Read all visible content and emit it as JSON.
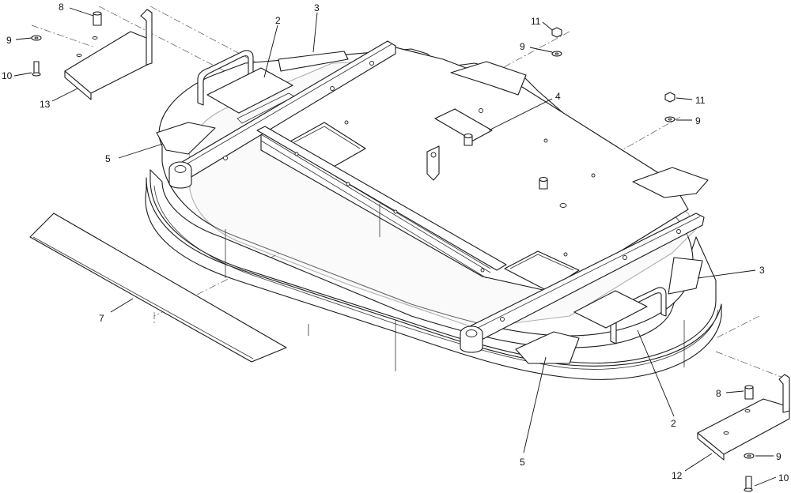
{
  "callouts": {
    "c8_top": "8",
    "c9_top_left": "9",
    "c10_top": "10",
    "c13": "13",
    "c2_top": "2",
    "c3_top": "3",
    "c11_a": "11",
    "c9_a": "9",
    "c4": "4",
    "c11_b": "11",
    "c9_b": "9",
    "c5_left": "5",
    "c3_right": "3",
    "c7": "7",
    "c8_bottom": "8",
    "c2_bottom": "2",
    "c5_bottom": "5",
    "c9_bottom": "9",
    "c12": "12",
    "c10_bottom": "10"
  }
}
